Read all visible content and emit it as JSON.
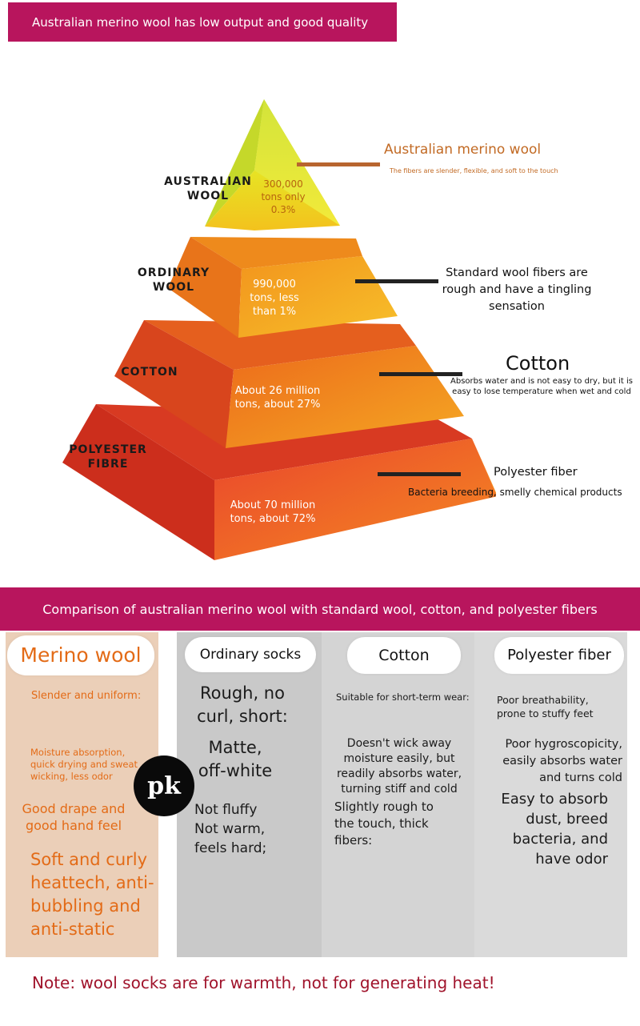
{
  "header": {
    "title": "Australian merino wool has low output and good quality"
  },
  "pyramid": {
    "tiers": [
      {
        "label": "AUSTRALIAN\nWOOL",
        "stat": "300,000\ntons only\n0.3%"
      },
      {
        "label": "ORDINARY\nWOOL",
        "stat": "990,000\ntons, less\nthan 1%"
      },
      {
        "label": "COTTON",
        "stat": "About 26 million\ntons, about 27%"
      },
      {
        "label": "POLYESTER\nFIBRE",
        "stat": "About 70 million\ntons, about 72%"
      }
    ],
    "annotations": [
      {
        "title": "Australian merino wool",
        "subtitle": "The fibers are slender, flexible, and soft to the touch"
      },
      {
        "title": "Standard wool fibers are rough and have a tingling sensation",
        "subtitle": ""
      },
      {
        "title": "Cotton",
        "subtitle": "Absorbs water and is not easy to dry, but it is easy to lose temperature when wet and cold"
      },
      {
        "title": "Polyester fiber",
        "subtitle": "Bacteria breeding, smelly chemical products"
      }
    ]
  },
  "comparison": {
    "title": "Comparison of australian merino wool with standard wool, cotton, and polyester fibers",
    "badge": "pk",
    "merino": {
      "heading": "Merino wool",
      "items": [
        "Slender and uniform:",
        "Moisture absorption, quick drying and sweat wicking, less odor",
        "Good drape and good hand feel",
        "Soft and curly heattech, anti-bubbling and anti-static"
      ]
    },
    "ordinary": {
      "heading": "Ordinary socks",
      "items": [
        "Rough, no curl, short:",
        "Matte, off-white",
        "Not fluffy Not warm, feels hard;"
      ]
    },
    "cotton": {
      "heading": "Cotton",
      "items": [
        "Suitable for short-term wear:",
        "Doesn't wick away moisture easily, but readily absorbs water, turning stiff and cold",
        "Slightly rough to the touch, thick fibers:"
      ]
    },
    "polyester": {
      "heading": "Polyester fiber",
      "items": [
        "Poor breathability, prone to stuffy feet",
        "Poor hygroscopicity, easily absorbs water and turns cold",
        "Easy to absorb dust, breed bacteria, and have odor"
      ]
    }
  },
  "note": "Note: wool socks are for warmth, not for generating heat!",
  "colors": {
    "banner": "#b8155d",
    "merino_panel": "#ebcfb8",
    "grey_panel": "#d2d2d2",
    "accent_orange": "#e36b17",
    "note_red": "#a0132b",
    "leader_brown": "#b8652f"
  }
}
